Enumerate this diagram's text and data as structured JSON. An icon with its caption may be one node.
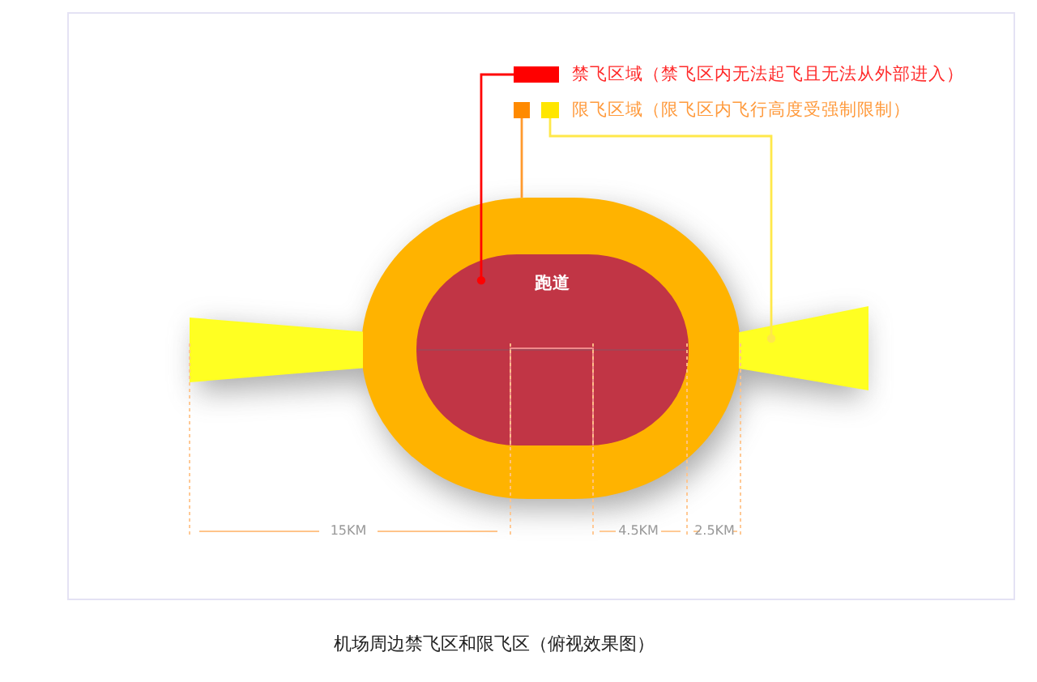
{
  "diagram": {
    "caption": "机场周边禁飞区和限飞区（俯视效果图）",
    "nodes": [
      {
        "text": [],
        "shape": "oval"
      },
      {
        "text": [
          "跑道"
        ],
        "in": 0
      },
      {
        "text": [],
        "shape": "triangle"
      },
      {
        "text": [],
        "shape": "triangle"
      },
      {
        "text": [],
        "shape": "box",
        "beside": [
          "禁飞区域（禁飞区内无法起飞且无法从外部进入）"
        ]
      },
      {
        "text": [],
        "shape": "box"
      },
      {
        "text": [],
        "shape": "box",
        "beside": [
          "限飞区域（限飞区内飞行高度受强制限制）"
        ]
      }
    ],
    "edges": [
      {
        "from": 4,
        "to": 1,
        "arrow": "other",
        "color": "#ff0000"
      },
      {
        "from": 5,
        "to": 0,
        "arrow": "none",
        "color": "#ff9a2e"
      },
      {
        "from": 6,
        "to": 3,
        "arrow": "other",
        "color": "#ffe84a"
      }
    ],
    "labels": [
      "15KM",
      "4.5KM",
      "2.5KM"
    ]
  }
}
